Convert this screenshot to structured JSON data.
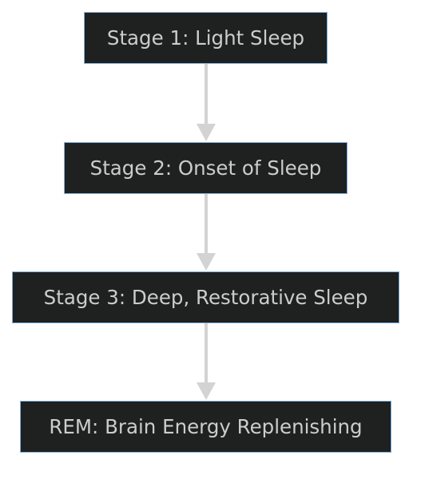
{
  "diagram": {
    "nodes": [
      {
        "id": "stage1",
        "label": "Stage 1: Light Sleep"
      },
      {
        "id": "stage2",
        "label": "Stage 2: Onset of Sleep"
      },
      {
        "id": "stage3",
        "label": "Stage 3: Deep, Restorative Sleep"
      },
      {
        "id": "rem",
        "label": "REM: Brain Energy Replenishing"
      }
    ],
    "edges": [
      {
        "from": "stage1",
        "to": "stage2"
      },
      {
        "from": "stage2",
        "to": "stage3"
      },
      {
        "from": "stage3",
        "to": "rem"
      }
    ],
    "colors": {
      "node_fill": "#1f2020",
      "node_border": "#81B1DB",
      "node_text": "#cccccc",
      "edge": "#d3d3d3"
    }
  }
}
